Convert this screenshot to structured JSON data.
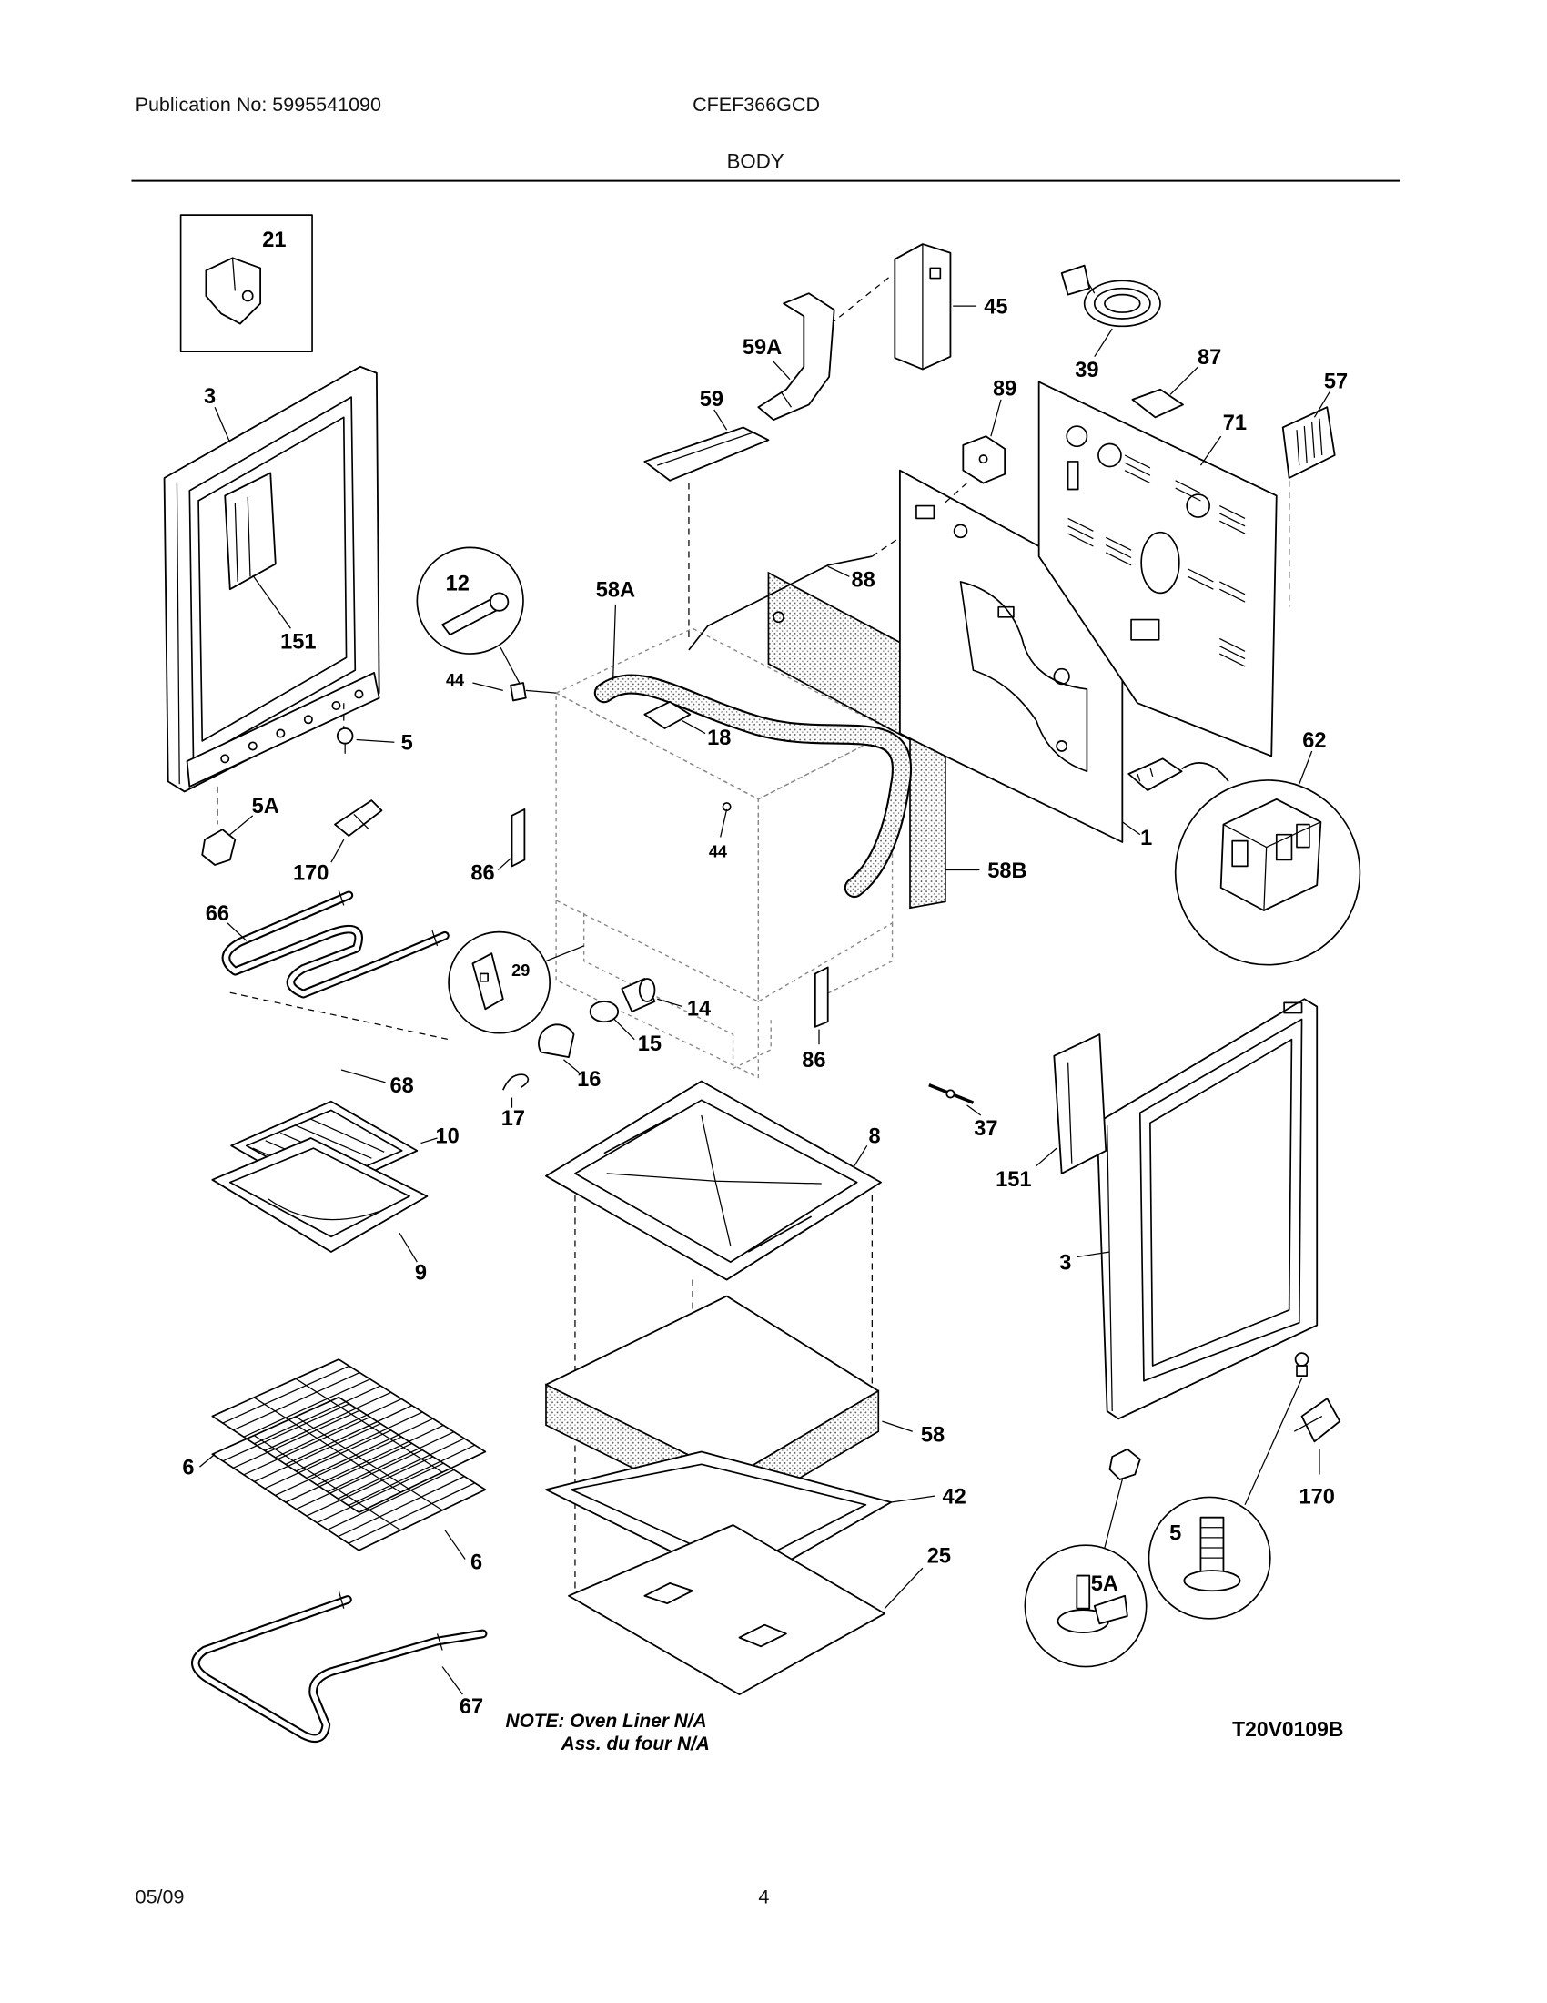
{
  "header": {
    "publication": "Publication No: 5995541090",
    "model": "CFEF366GCD",
    "section": "BODY"
  },
  "diagram": {
    "callouts": [
      "21",
      "3",
      "151",
      "5",
      "5A",
      "170",
      "66",
      "68",
      "10",
      "9",
      "6",
      "6",
      "67",
      "12",
      "44",
      "58A",
      "18",
      "44",
      "86",
      "29",
      "14",
      "15",
      "16",
      "17",
      "86",
      "58B",
      "88",
      "59",
      "59A",
      "45",
      "39",
      "87",
      "89",
      "57",
      "71",
      "62",
      "1",
      "8",
      "37",
      "151",
      "3",
      "58",
      "42",
      "25",
      "170",
      "5",
      "5A"
    ],
    "note": [
      "NOTE: Oven Liner N/A",
      "Ass. du four N/A"
    ],
    "figure_code": "T20V0109B"
  },
  "footer": {
    "date": "05/09",
    "page": "4"
  }
}
